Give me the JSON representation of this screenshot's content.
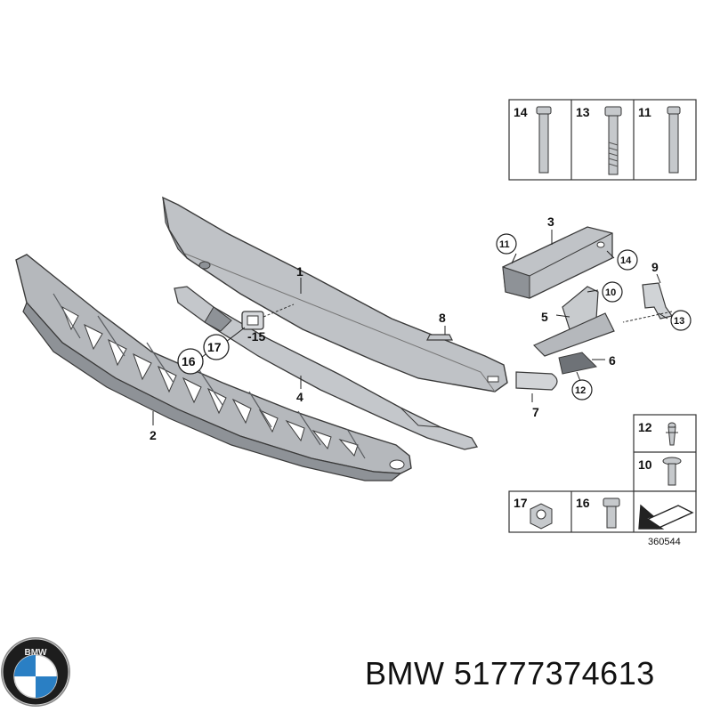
{
  "callouts": {
    "c1": "1",
    "c2": "2",
    "c3": "3",
    "c4": "4",
    "c5": "5",
    "c6": "6",
    "c7": "7",
    "c8": "8",
    "c9": "9",
    "c10": "10",
    "c11": "11",
    "c12": "12",
    "c13": "13",
    "c14": "14",
    "c15": "-15",
    "c16": "16",
    "c17": "17"
  },
  "fastener_boxes": {
    "top": [
      "14",
      "13",
      "11"
    ],
    "right_top": "12",
    "right_bottom": "10",
    "bottom": [
      "17",
      "16"
    ]
  },
  "diagram_code": "360544",
  "footer": {
    "brand": "BMW",
    "part_number": "51777374613",
    "logo_letters": "BMW"
  },
  "colors": {
    "part_fill": "#b9bcc0",
    "part_shadow": "#8e9297",
    "outline": "#3a3a3a",
    "bmw_blue": "#2a7fc4"
  }
}
